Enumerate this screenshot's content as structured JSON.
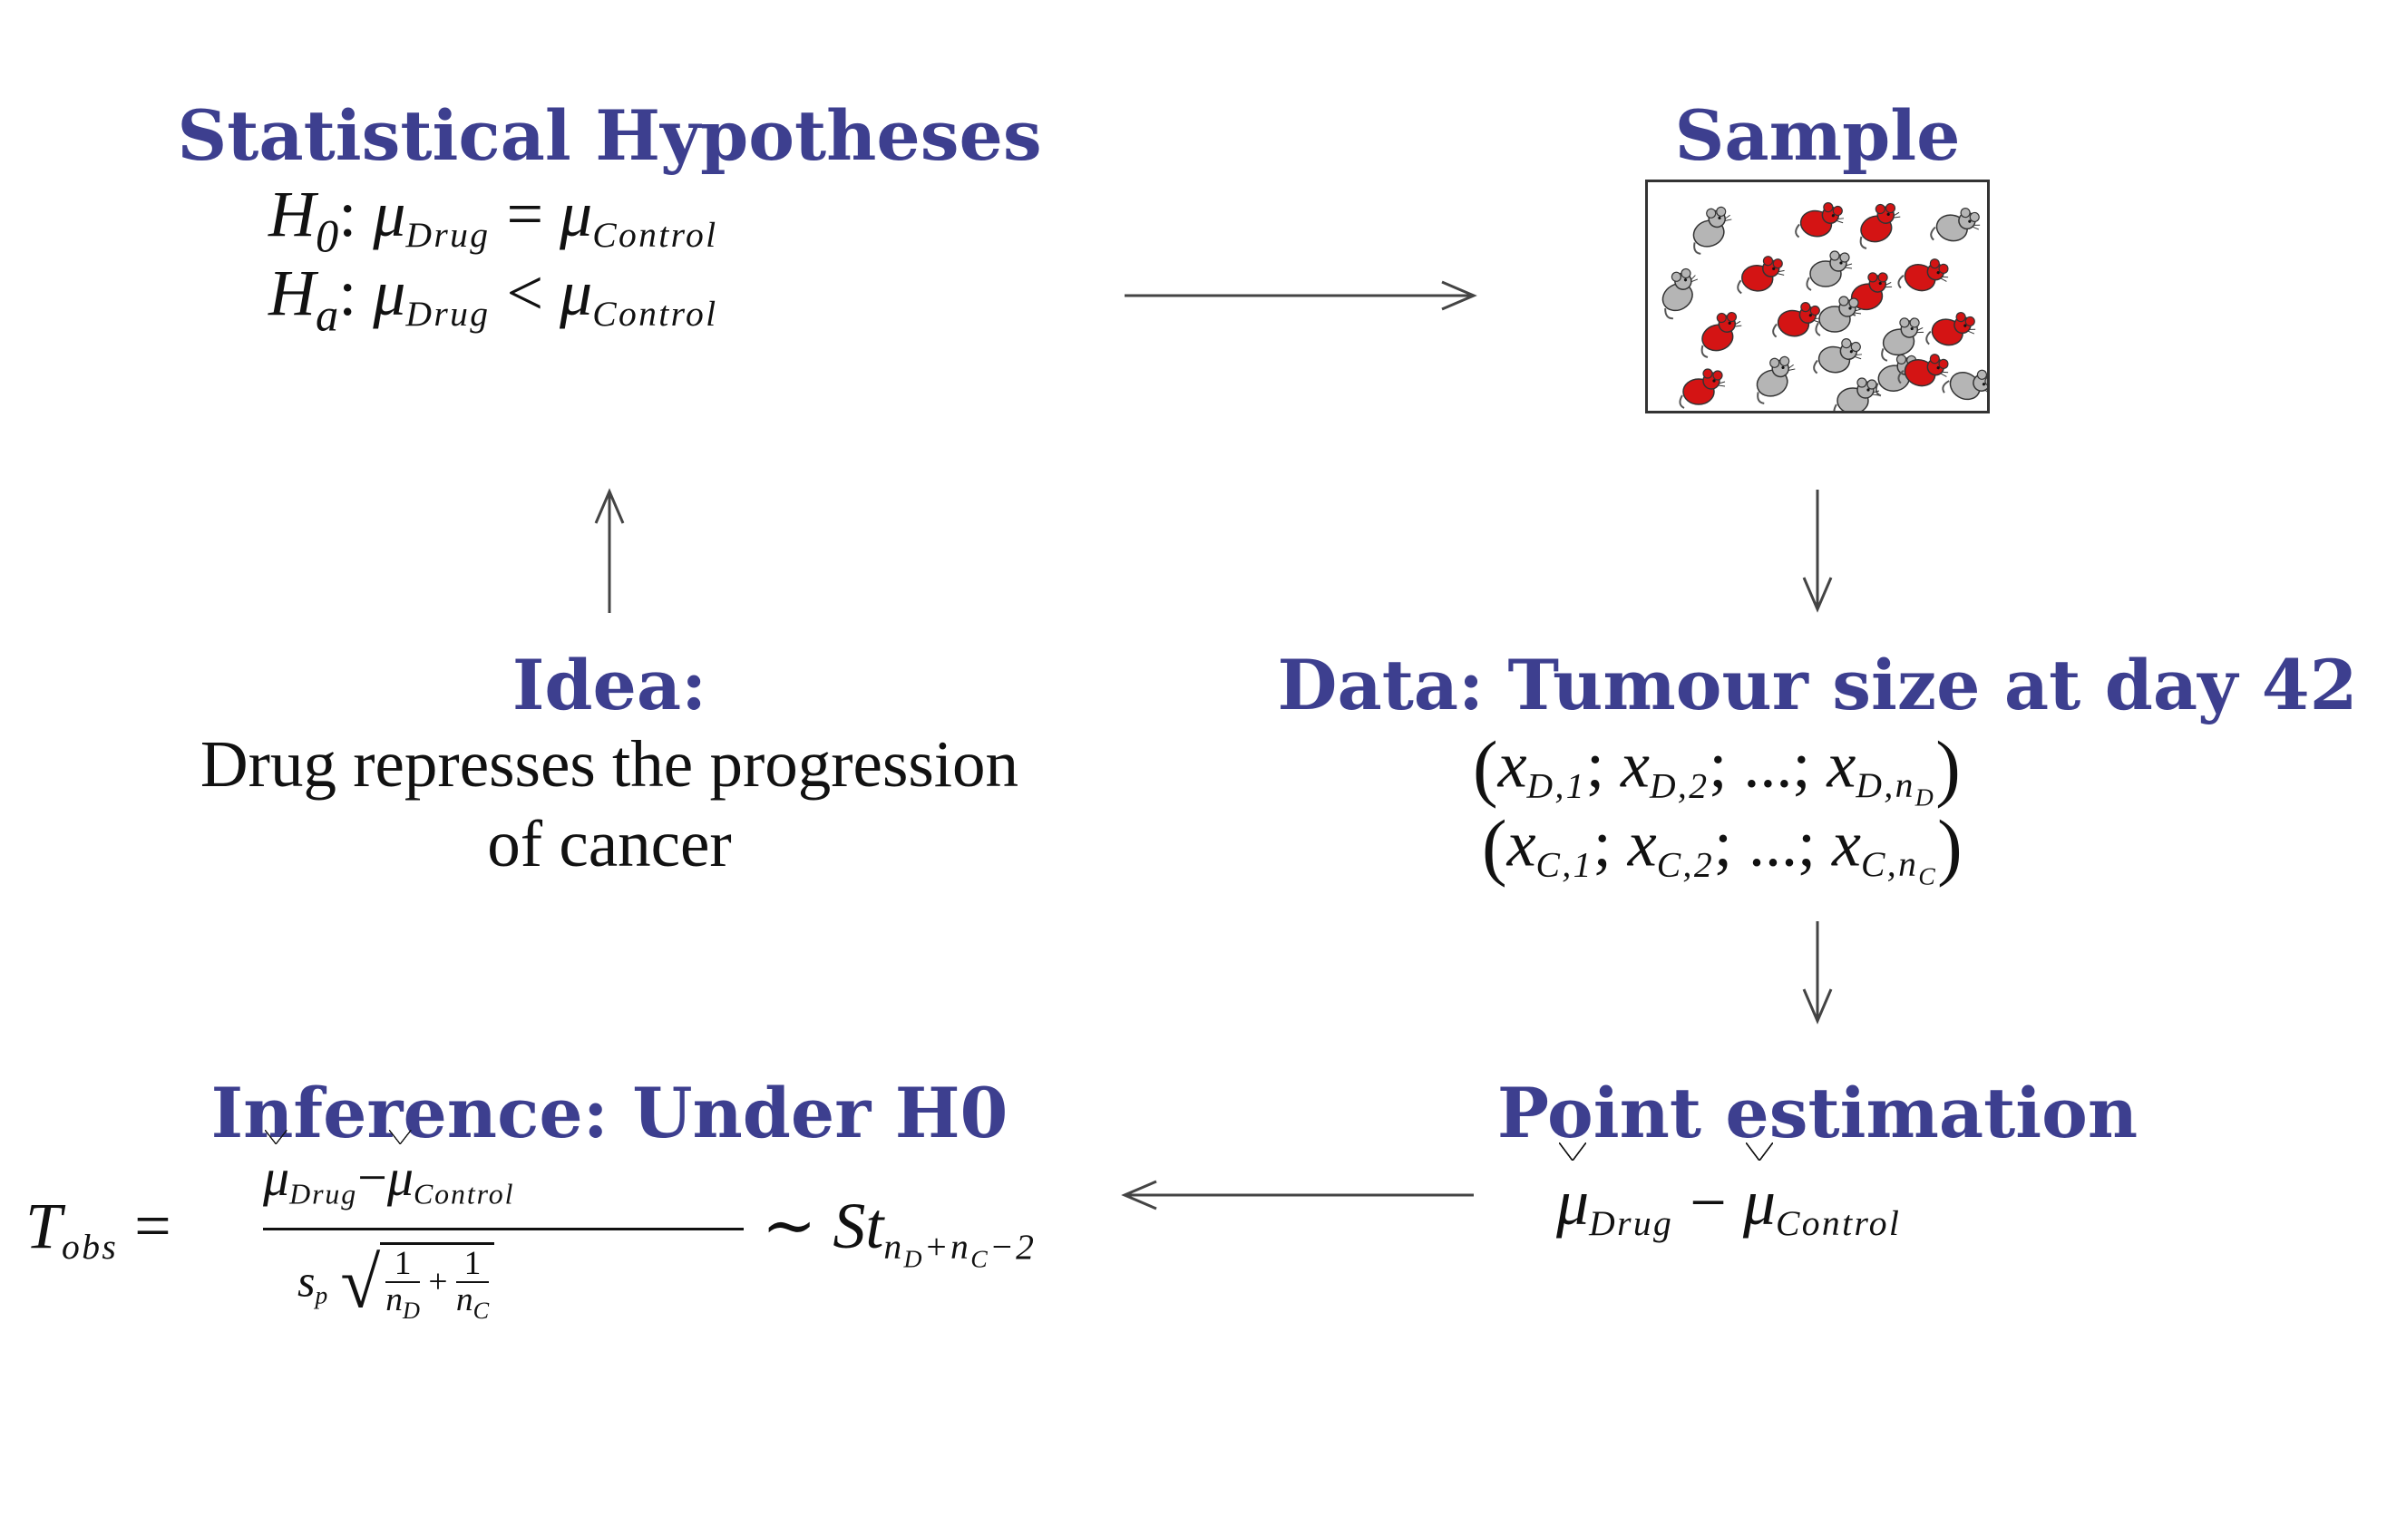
{
  "hypotheses": {
    "heading": "Statistical Hypotheses",
    "h0": {
      "label": "H",
      "label_sub": "0",
      "colon": ":",
      "mu": "μ",
      "left_sub": "Drug",
      "op": "=",
      "right_sub": "Control"
    },
    "ha": {
      "label": "H",
      "label_sub": "a",
      "colon": ":",
      "mu": "μ",
      "left_sub": "Drug",
      "op": "<",
      "right_sub": "Control"
    }
  },
  "sample": {
    "heading": "Sample",
    "mice_colors": {
      "treated": "#d41414",
      "control": "#b5b5b5"
    }
  },
  "idea": {
    "heading": "Idea:",
    "line1": "Drug represses the progression",
    "line2": "of cancer"
  },
  "data": {
    "heading": "Data: Tumour size at day 42",
    "row_d": {
      "group": "D",
      "i1": "1",
      "i2": "2",
      "ellipsis": "...",
      "n": "n",
      "n_sub": "D"
    },
    "row_c": {
      "group": "C",
      "i1": "1",
      "i2": "2",
      "ellipsis": "...",
      "n": "n",
      "n_sub": "C"
    }
  },
  "point_estimation": {
    "heading": "Point estimation",
    "mu": "μ",
    "left_sub": "Drug",
    "op": "−",
    "right_sub": "Control"
  },
  "inference": {
    "heading": "Inference: Under H0",
    "t": "T",
    "t_sub": "obs",
    "eq": "=",
    "num_left_sub": "Drug",
    "num_right_sub": "Control",
    "minus": "−",
    "mu": "μ",
    "sp": "s",
    "sp_sub": "p",
    "one": "1",
    "n": "n",
    "nd_sub": "D",
    "nc_sub": "C",
    "plus": "+",
    "tilde": "∼",
    "st": "St",
    "df_minus": "−2"
  },
  "colors": {
    "heading": "#3d3f8f",
    "arrow": "#444444",
    "text": "#111111"
  }
}
